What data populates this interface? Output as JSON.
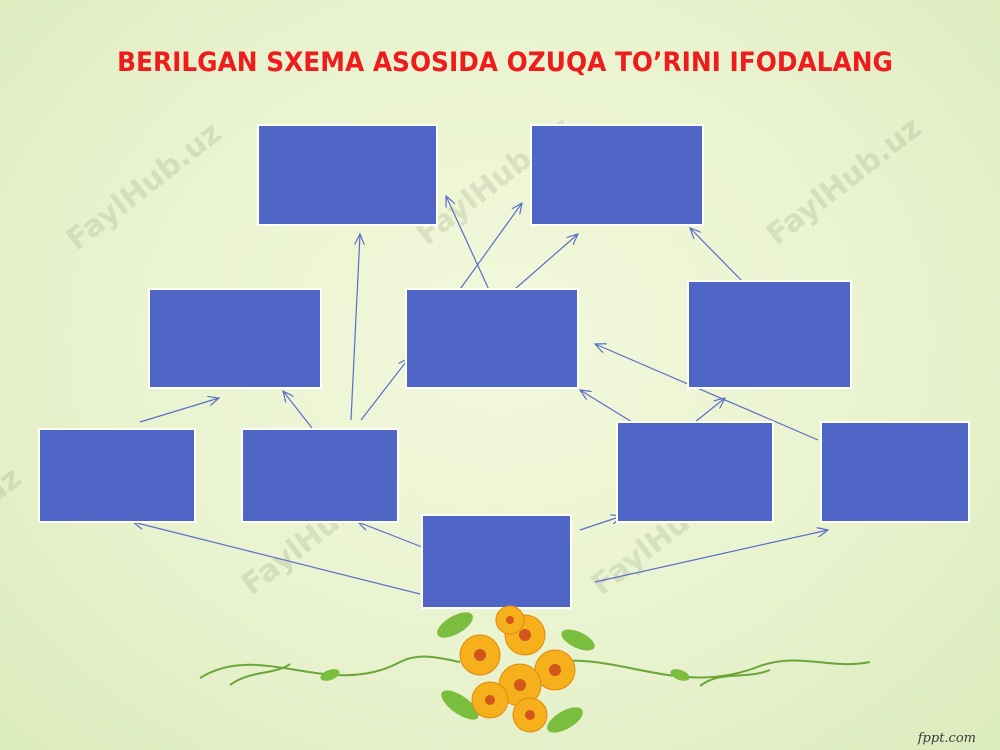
{
  "title": "BERILGAN SXEMA ASOSIDA OZUQA TO’RINI IFODALANG",
  "watermark": "FaylHub.uz",
  "credit": "fppt.com",
  "colors": {
    "title": "#ee1c1c",
    "box": "#5066c6",
    "arrow": "#5a6fc8",
    "background": "#e9f3cf"
  },
  "diagram": {
    "boxes": [
      "top-left",
      "top-right",
      "mid-left",
      "mid-center",
      "mid-right",
      "low-1",
      "low-2",
      "low-3",
      "low-4",
      "bottom"
    ],
    "arrows": [
      [
        "low-2",
        "top-left"
      ],
      [
        "mid-center",
        "top-left"
      ],
      [
        "mid-center",
        "top-right"
      ],
      [
        "mid-center",
        "top-right"
      ],
      [
        "mid-right",
        "top-right"
      ],
      [
        "low-1",
        "mid-left"
      ],
      [
        "low-2",
        "mid-left"
      ],
      [
        "low-2",
        "mid-center"
      ],
      [
        "low-3",
        "mid-center"
      ],
      [
        "low-3",
        "mid-right"
      ],
      [
        "low-4",
        "mid-center"
      ],
      [
        "bottom",
        "low-1"
      ],
      [
        "bottom",
        "low-2"
      ],
      [
        "bottom",
        "low-3"
      ],
      [
        "bottom",
        "low-4"
      ]
    ]
  }
}
